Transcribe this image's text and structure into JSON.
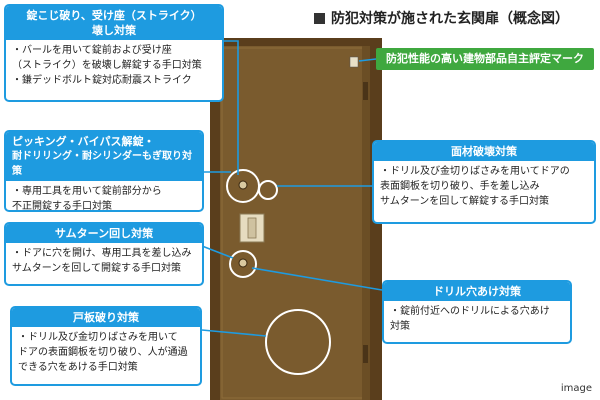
{
  "title": "防犯対策が施された玄関扉（概念図）",
  "mark_label": "防犯性能の高い建物部品自主評定マーク",
  "image_note": "image",
  "colors": {
    "accent": "#1e9be0",
    "green": "#3fa83f",
    "door": "#7a5b2e",
    "frame": "#5a3e1c"
  },
  "boxes": {
    "lock_break": {
      "heading": [
        "錠こじ破り、受け座（ストライク）",
        "壊し対策"
      ],
      "lines": [
        "・バールを用いて錠前および受け座",
        "（ストライク）を破壊し解錠する手口対策",
        "・鎌デッドボルト錠対応耐震ストライク"
      ]
    },
    "picking": {
      "heading": [
        "ピッキング・バイパス解錠・",
        "耐ドリリング・耐シリンダーもぎ取り対策"
      ],
      "lines": [
        "・専用工具を用いて錠前部分から",
        "不正開錠する手口対策"
      ]
    },
    "thumbturn": {
      "heading": [
        "サムターン回し対策"
      ],
      "lines": [
        "・ドアに穴を開け、専用工具を差し込み",
        "サムターンを回して開錠する手口対策"
      ]
    },
    "door_panel": {
      "heading": [
        "戸板破り対策"
      ],
      "lines": [
        "・ドリル及び金切りばさみを用いて",
        "ドアの表面鋼板を切り破り、人が通過",
        "できる穴をあける手口対策"
      ]
    },
    "face_break": {
      "heading": [
        "面材破壊対策"
      ],
      "lines": [
        "・ドリル及び金切りばさみを用いてドアの",
        "表面鋼板を切り破り、手を差し込み",
        "サムターンを回して解錠する手口対策"
      ]
    },
    "drill": {
      "heading": [
        "ドリル穴あけ対策"
      ],
      "lines": [
        "・錠前付近へのドリルによる穴あけ",
        "対策"
      ]
    }
  }
}
